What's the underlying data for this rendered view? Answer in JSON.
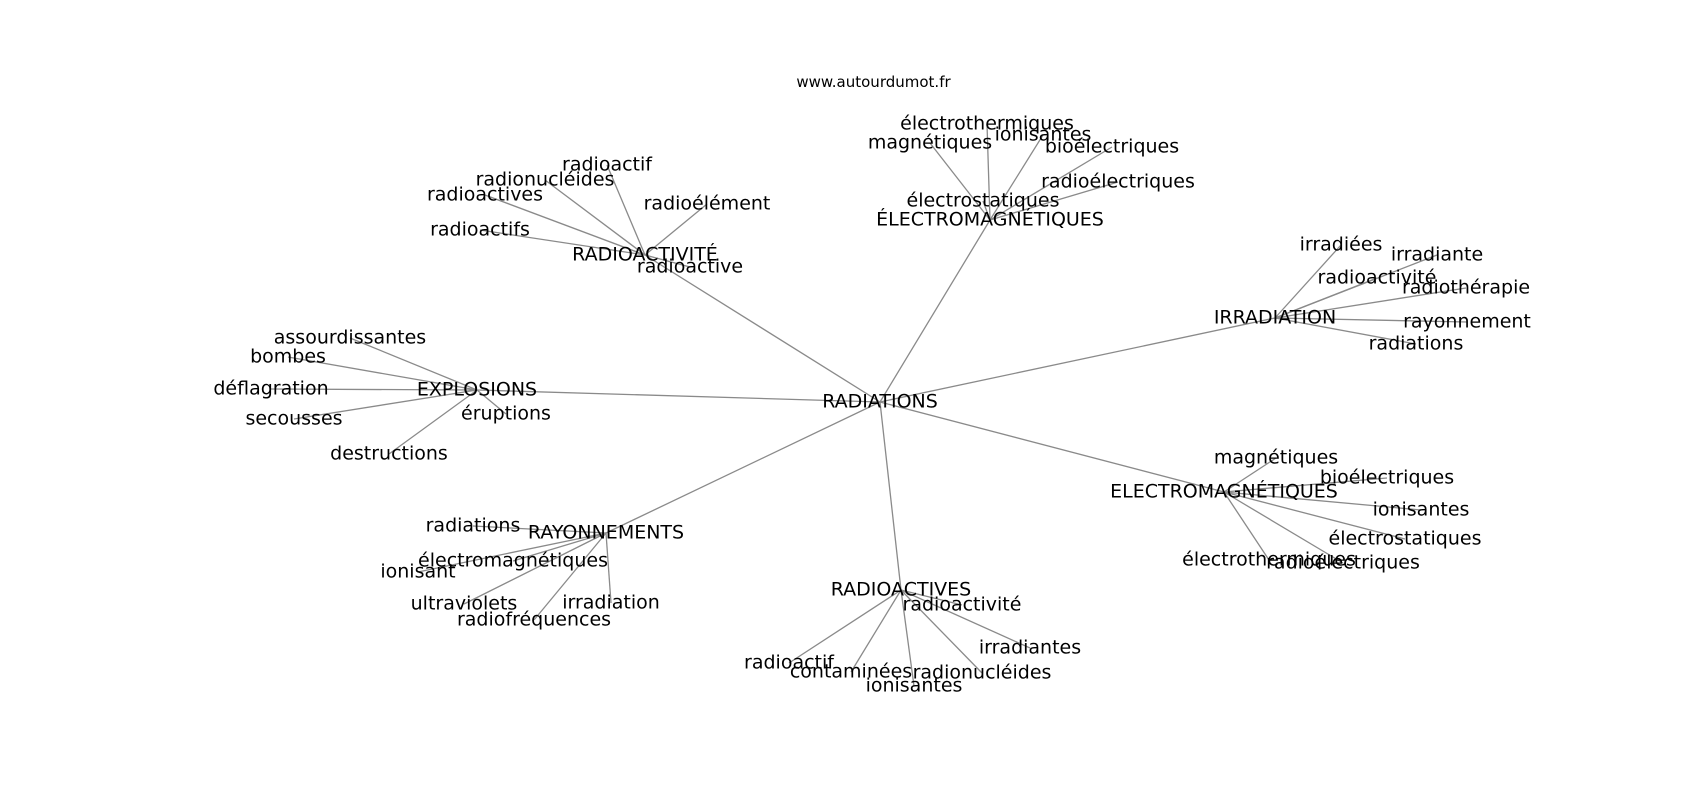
{
  "source_label": "www.autourdumot.fr",
  "edge_color": "#8a8a8a",
  "graph": {
    "center": "RADIATIONS",
    "clusters": [
      {
        "hub": "RADIOACTIVITÉ",
        "words": [
          "radioactif",
          "radionucléides",
          "radioactives",
          "radioélément",
          "radioactifs",
          "radioactive"
        ]
      },
      {
        "hub": "ÉLECTROMAGNÉTIQUES",
        "words": [
          "électrothermiques",
          "magnétiques",
          "ionisantes",
          "bioélectriques",
          "radioélectriques",
          "électrostatiques"
        ]
      },
      {
        "hub": "IRRADIATION",
        "words": [
          "irradiées",
          "irradiante",
          "radioactivité",
          "radiothérapie",
          "rayonnement",
          "radiations"
        ]
      },
      {
        "hub": "EXPLOSIONS",
        "words": [
          "assourdissantes",
          "bombes",
          "déflagration",
          "secousses",
          "éruptions",
          "destructions"
        ]
      },
      {
        "hub": "ELECTROMAGNÉTIQUES",
        "words": [
          "magnétiques",
          "bioélectriques",
          "ionisantes",
          "électrostatiques",
          "électrothermiques",
          "radioélectriques"
        ]
      },
      {
        "hub": "RAYONNEMENTS",
        "words": [
          "radiations",
          "électromagnétiques",
          "ionisant",
          "ultraviolets",
          "irradiation",
          "radiofréquences"
        ]
      },
      {
        "hub": "RADIOACTIVES",
        "words": [
          "radioactivité",
          "irradiantes",
          "radioactif",
          "contaminées",
          "radionucléides",
          "ionisantes"
        ]
      }
    ]
  }
}
